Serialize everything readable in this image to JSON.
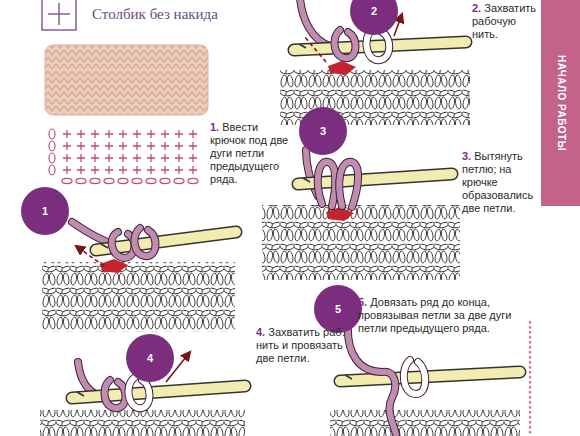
{
  "diagram": {
    "title": "Столбик без накида",
    "nodes": [
      {
        "text": [
          "1"
        ]
      },
      {
        "text": [
          "2"
        ]
      },
      {
        "text": [
          "3"
        ]
      },
      {
        "text": [
          "4"
        ]
      },
      {
        "text": [
          "5"
        ]
      },
      {
        "text": [
          "НАЧАЛО РАБОТЫ"
        ]
      }
    ],
    "labels": [
      "1.",
      "Ввести крючок под две дуги петли предыдущего ряда.",
      "2.",
      "Захватить рабочую нить.",
      "3.",
      "Вытянуть петлю; на крючке образовались две петли.",
      "4.",
      "Захватить раб. нить и провязать две петли.",
      "5.",
      "Довязать ряд до конца, провязывая петли за две дуги петли предыдущего ряда."
    ]
  }
}
